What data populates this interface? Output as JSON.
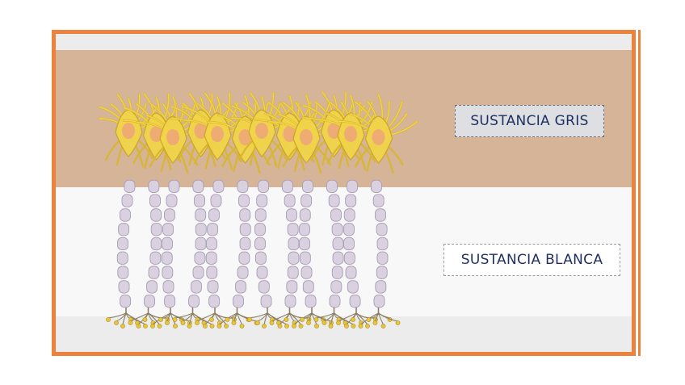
{
  "labels": {
    "gray_matter": "SUSTANCIA GRIS",
    "white_matter": "SUSTANCIA BLANCA"
  },
  "colors": {
    "frame": "#ec823c",
    "gray_matter_band": "#d5b498",
    "white_matter_band": "#f8f8f8",
    "neuron_body": "#f2d548",
    "nucleus": "#ee9f82",
    "myelin": "#d9d1e0",
    "terminal": "#e8c53a"
  },
  "diagram": {
    "axon_count": 12,
    "segments_per_axon": 9
  }
}
